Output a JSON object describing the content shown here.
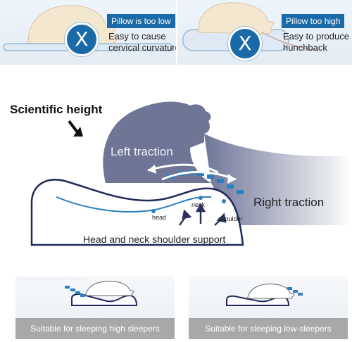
{
  "top_left": {
    "title": "Pillow is too low",
    "desc_line1": "Easy to cause",
    "desc_line2": "cervical curvature",
    "badge_symbol": "X"
  },
  "top_right": {
    "title": "Pillow too high",
    "desc_line1": "Easy to produce",
    "desc_line2": "hunchback",
    "badge_symbol": "X"
  },
  "middle": {
    "heading": "Scientific height",
    "left_traction": "Left traction",
    "right_traction": "Right traction",
    "head_label": "head",
    "neck_label": "neck",
    "shoulder_label": "shoulder",
    "support_caption": "Head and neck shoulder support"
  },
  "bottom_left": {
    "caption": "Suitable for sleeping high sleepers"
  },
  "bottom_right": {
    "caption": "Suitable for sleeping low-sleepers"
  },
  "colors": {
    "accent_blue": "#1b6aa8",
    "figure_gray": "#6e7597",
    "pillow_outline": "#1f2a5a",
    "caption_gray": "#a8a8a8"
  }
}
